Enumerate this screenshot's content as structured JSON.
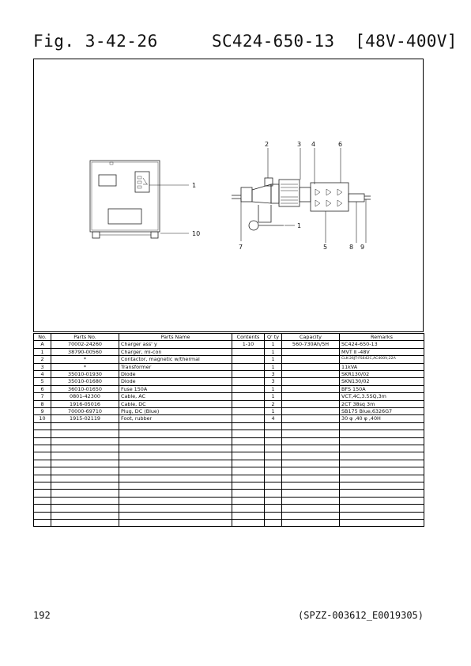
{
  "header": {
    "fig": "Fig. 3-42-26",
    "model": "SC424-650-13  [48V-400V]"
  },
  "figure": {
    "callouts": {
      "c1a": "1",
      "c10": "10",
      "c2": "2",
      "c3": "3",
      "c4": "4",
      "c6": "6",
      "c1b": "1",
      "c7": "7",
      "c5": "5",
      "c8": "8",
      "c9": "9"
    }
  },
  "table": {
    "headers": [
      "No.",
      "Parts No.",
      "Parts Name",
      "Contents",
      "Q' ty",
      "Capacity",
      "Remarks"
    ],
    "rows": [
      [
        "A",
        "70002-24260",
        "Charger ass' y",
        "1-10",
        "1",
        "560-730Ah/5H",
        "SC424-650-13"
      ],
      [
        "1",
        "38790-00560",
        "Charger, mi-con",
        "",
        "1",
        "",
        "MVT Ⅱ -48V"
      ],
      [
        "2",
        "*",
        "Contactor, magnetic w/thermal",
        "",
        "1",
        "",
        "CLK-26JT-FS642C,AC400V,22A"
      ],
      [
        "3",
        "*",
        "Transformer",
        "",
        "1",
        "",
        "11kVA"
      ],
      [
        "4",
        "35010-01930",
        "Diode",
        "",
        "3",
        "",
        "SKR130/02"
      ],
      [
        "5",
        "35010-01680",
        "Diode",
        "",
        "3",
        "",
        "SKN130/02"
      ],
      [
        "6",
        "36010-01650",
        "Fuse 150A",
        "",
        "1",
        "",
        "BFS 150A"
      ],
      [
        "7",
        "0801-42300",
        "Cable, AC",
        "",
        "1",
        "",
        "VCT,4C,3.5SQ,3m"
      ],
      [
        "8",
        "1916-05016",
        "Cable, DC",
        "",
        "2",
        "",
        "2CT 38sq 3m"
      ],
      [
        "9",
        "70000-69710",
        "Plug, DC (Blue)",
        "",
        "1",
        "",
        "SB175 Blue,6326G7"
      ],
      [
        "10",
        "1915-02119",
        "Foot, rubber",
        "",
        "4",
        "",
        "30 φ ,40 φ ,40H"
      ]
    ],
    "blank_rows": 14
  },
  "footer": {
    "page": "192",
    "ref": "(SPZZ-003612_E0019305)"
  }
}
